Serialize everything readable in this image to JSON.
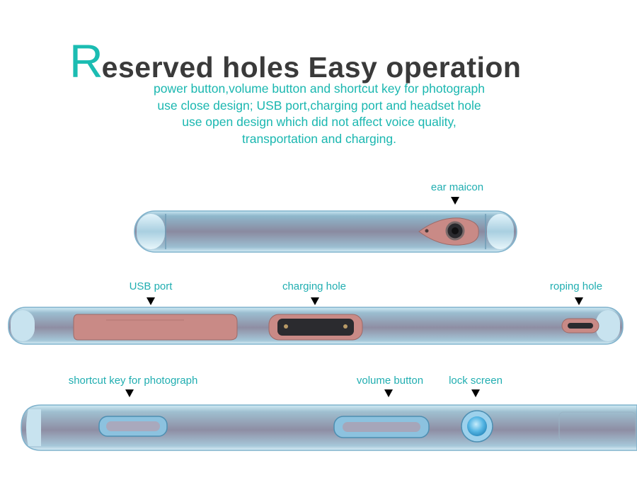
{
  "title": {
    "first_letter": "R",
    "rest": "eserved holes  Easy operation"
  },
  "subtitle": [
    "power button,volume button and shortcut key for photograph",
    "use close design; USB port,charging port and headset hole",
    "use open design which did not affect voice quality,",
    "transportation and charging."
  ],
  "callouts": {
    "ear": "ear maicon",
    "usb": "USB port",
    "charging": "charging hole",
    "roping": "roping hole",
    "shortcut": "shortcut key for photograph",
    "volume": "volume button",
    "lock": "lock screen"
  },
  "colors": {
    "accent": "#1bbcb2",
    "text_dark": "#3a3a3a",
    "case_blue": "#8fd0ea",
    "port_copper": "#c98a86"
  }
}
